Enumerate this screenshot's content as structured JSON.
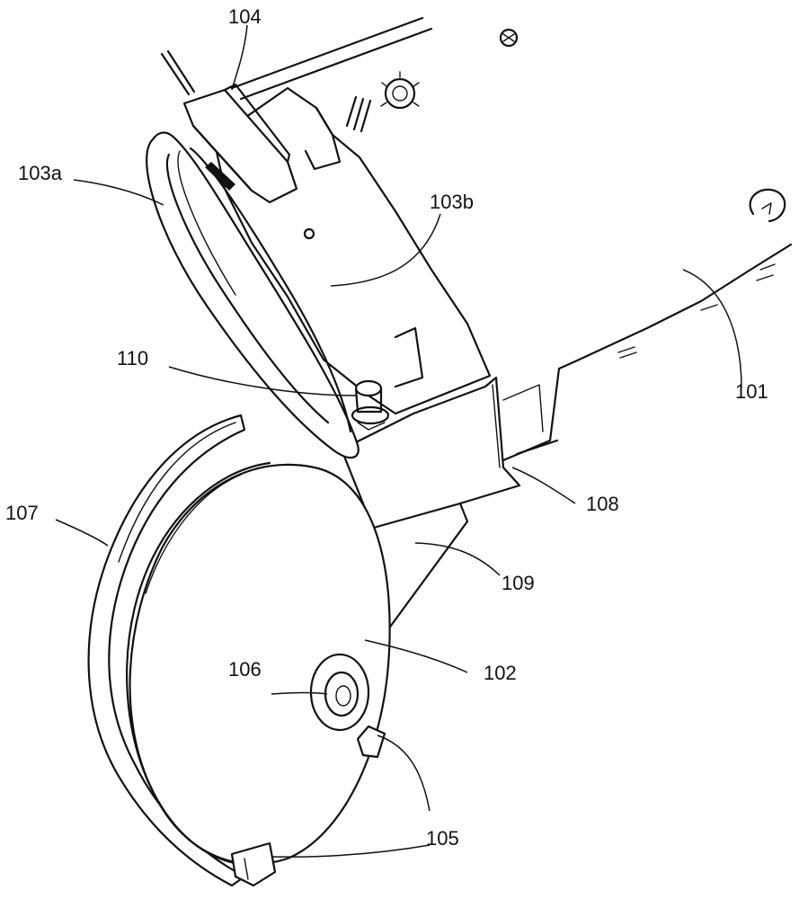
{
  "figure": {
    "labels": {
      "l101": "101",
      "l102": "102",
      "l103a": "103a",
      "l103b": "103b",
      "l104": "104",
      "l105": "105",
      "l106": "106",
      "l107": "107",
      "l108": "108",
      "l109": "109",
      "l110": "110"
    }
  }
}
